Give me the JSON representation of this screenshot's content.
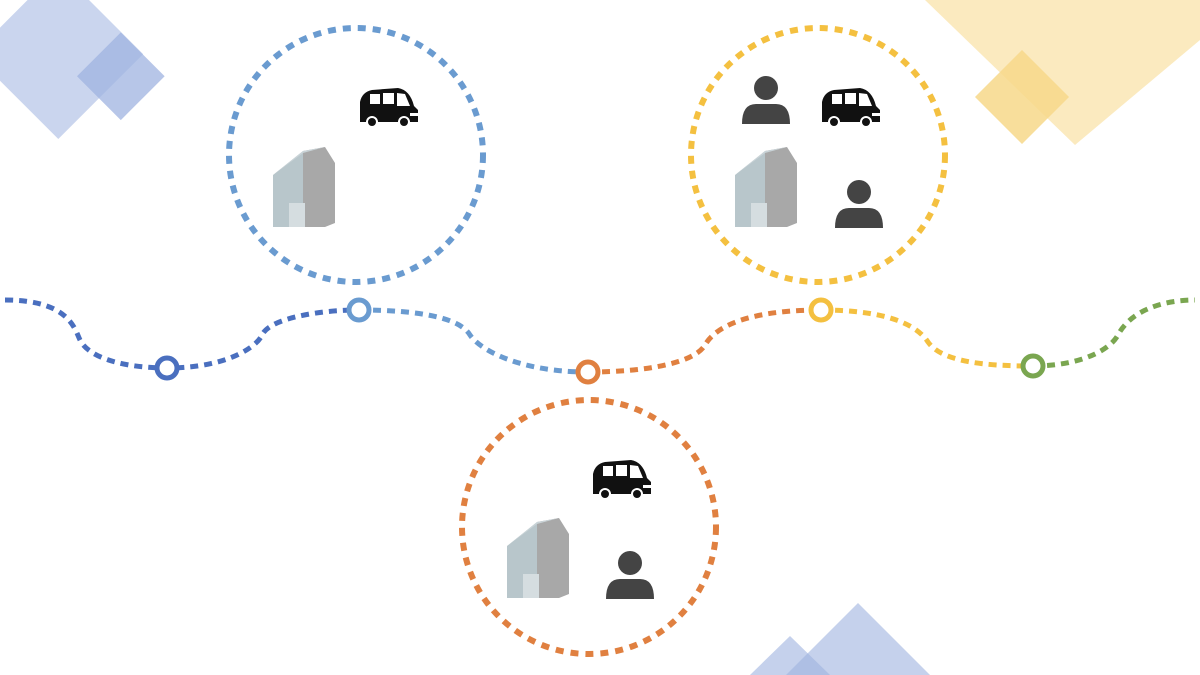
{
  "colors": {
    "navy_blue": "#4a6fbf",
    "light_blue": "#6a9bd0",
    "orange": "#e08040",
    "yellow": "#f4c040",
    "green": "#7aa650",
    "deco_blue": "#9fb3e0",
    "deco_yellow": "#f7d88a",
    "icon_dark": "#444444",
    "house_front": "#b8c6cb",
    "house_side": "#a8a8a8",
    "van": "#111111"
  },
  "stops": [
    {
      "id": "stop-1",
      "color": "navy_blue"
    },
    {
      "id": "stop-2",
      "color": "light_blue"
    },
    {
      "id": "stop-3",
      "color": "orange"
    },
    {
      "id": "stop-4",
      "color": "yellow"
    },
    {
      "id": "stop-5",
      "color": "green"
    }
  ],
  "hubs": [
    {
      "id": "hub-blue",
      "color": "light_blue",
      "icons": [
        "house-icon",
        "van-icon"
      ]
    },
    {
      "id": "hub-yellow",
      "color": "yellow",
      "icons": [
        "house-icon",
        "van-icon",
        "person-icon",
        "person-icon"
      ]
    },
    {
      "id": "hub-orange",
      "color": "orange",
      "icons": [
        "house-icon",
        "van-icon",
        "person-icon"
      ]
    }
  ]
}
